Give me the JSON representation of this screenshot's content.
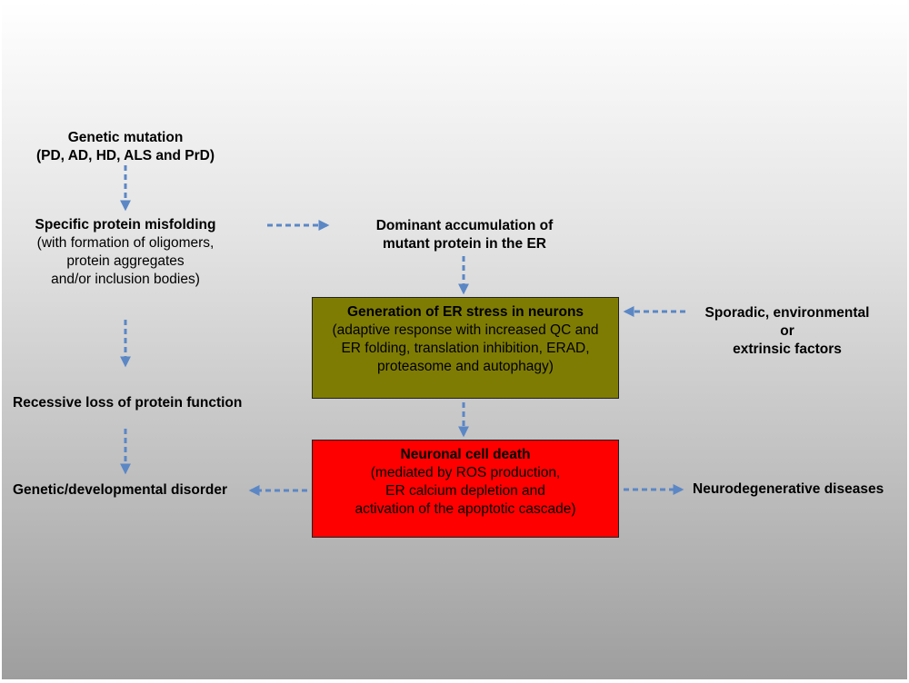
{
  "nodes": {
    "genetic_mutation": {
      "title": "Genetic mutation",
      "subtitle": "(PD, AD, HD, ALS and PrD)"
    },
    "protein_misfolding": {
      "title": "Specific protein misfolding",
      "lines": [
        "(with formation of oligomers,",
        "protein aggregates",
        "and/or inclusion bodies)"
      ]
    },
    "dominant_accumulation": {
      "lines": [
        "Dominant accumulation of",
        "mutant protein in the ER"
      ]
    },
    "er_stress": {
      "title": "Generation of ER stress in neurons",
      "lines": [
        "(adaptive response with increased QC and",
        "ER folding, translation inhibition, ERAD,",
        "proteasome and autophagy)"
      ],
      "fill": "#7f7c04"
    },
    "sporadic_factors": {
      "lines": [
        "Sporadic, environmental",
        "or",
        "extrinsic factors"
      ]
    },
    "recessive_loss": {
      "title": "Recessive loss of protein function"
    },
    "neuronal_death": {
      "title": "Neuronal cell death",
      "lines": [
        "(mediated by ROS production,",
        "ER calcium depletion and",
        "activation of the apoptotic cascade)"
      ],
      "fill": "#fe0000"
    },
    "genetic_disorder": {
      "title": "Genetic/developmental disorder"
    },
    "neurodegenerative": {
      "title": "Neurodegenerative diseases"
    }
  },
  "edges": [
    {
      "from": "genetic_mutation",
      "to": "protein_misfolding"
    },
    {
      "from": "protein_misfolding",
      "to": "dominant_accumulation"
    },
    {
      "from": "dominant_accumulation",
      "to": "er_stress"
    },
    {
      "from": "sporadic_factors",
      "to": "er_stress"
    },
    {
      "from": "protein_misfolding",
      "to": "recessive_loss"
    },
    {
      "from": "er_stress",
      "to": "neuronal_death"
    },
    {
      "from": "recessive_loss",
      "to": "genetic_disorder"
    },
    {
      "from": "neuronal_death",
      "to": "genetic_disorder"
    },
    {
      "from": "neuronal_death",
      "to": "neurodegenerative"
    }
  ],
  "colors": {
    "arrow": "#5b87c5",
    "er_box": "#7f7c04",
    "death_box": "#fe0000"
  }
}
